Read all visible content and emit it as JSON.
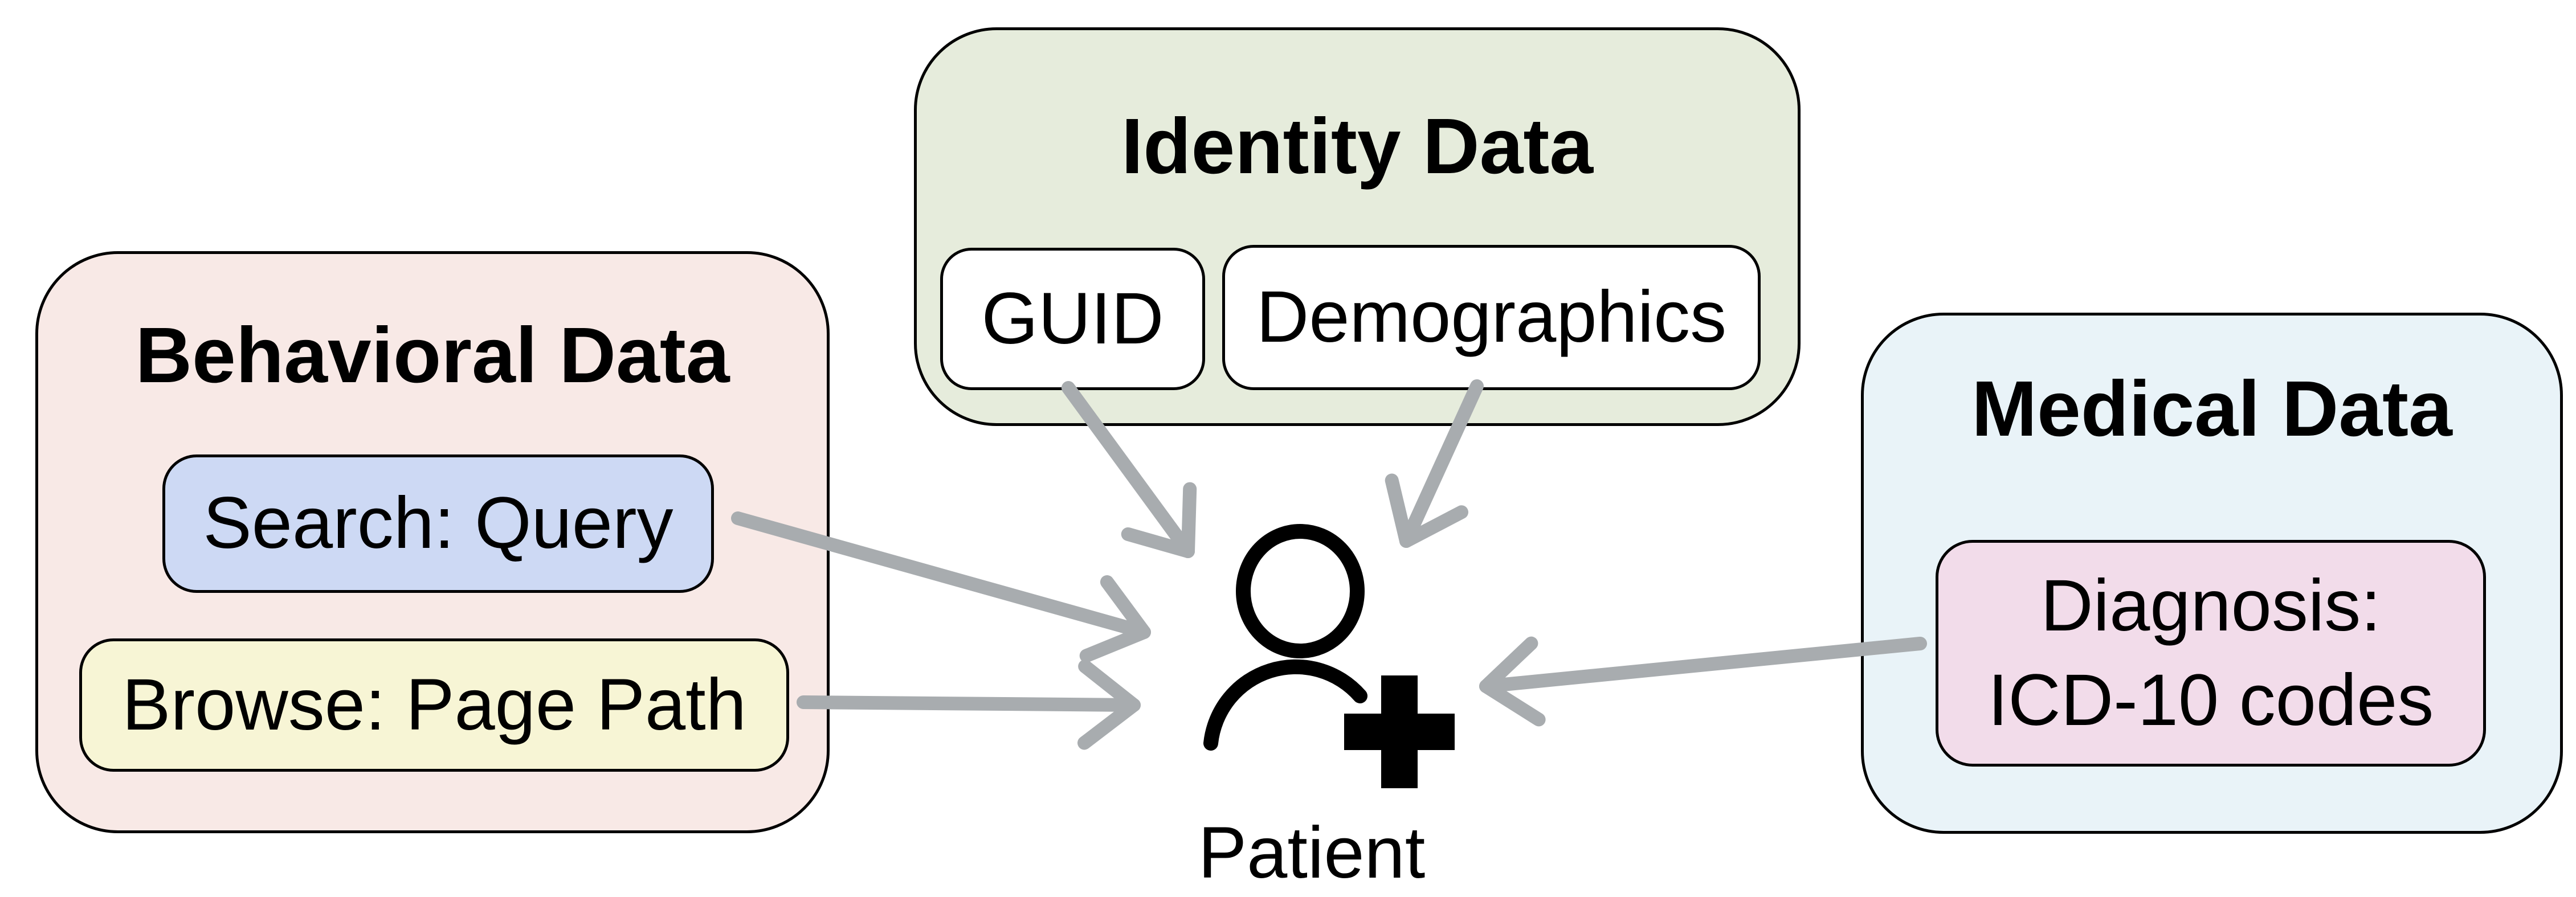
{
  "colors": {
    "background": "#ffffff",
    "behavioral_fill": "#f8e9e6",
    "search_fill": "#cdd9f4",
    "browse_fill": "#f7f5d5",
    "identity_fill": "#e6ecdc",
    "identity_item_fill": "#ffffff",
    "medical_fill": "#e9f3f8",
    "diagnosis_fill": "#f2dcea",
    "border": "#000000",
    "arrow": "#a8acaf",
    "icon": "#000000"
  },
  "groups": {
    "behavioral": {
      "title": "Behavioral Data",
      "items": [
        {
          "label": "Search: Query"
        },
        {
          "label": "Browse: Page Path"
        }
      ]
    },
    "identity": {
      "title": "Identity Data",
      "items": [
        {
          "label": "GUID"
        },
        {
          "label": "Demographics"
        }
      ]
    },
    "medical": {
      "title": "Medical Data",
      "items": [
        {
          "lines": [
            "Diagnosis:",
            "ICD-10 codes"
          ]
        }
      ]
    }
  },
  "patient": {
    "label": "Patient",
    "icon": "person-with-medical-cross-icon"
  },
  "connections": [
    {
      "from": "GUID",
      "to": "Patient"
    },
    {
      "from": "Demographics",
      "to": "Patient"
    },
    {
      "from": "Search: Query",
      "to": "Patient"
    },
    {
      "from": "Browse: Page Path",
      "to": "Patient"
    },
    {
      "from": "Diagnosis: ICD-10 codes",
      "to": "Patient"
    }
  ]
}
